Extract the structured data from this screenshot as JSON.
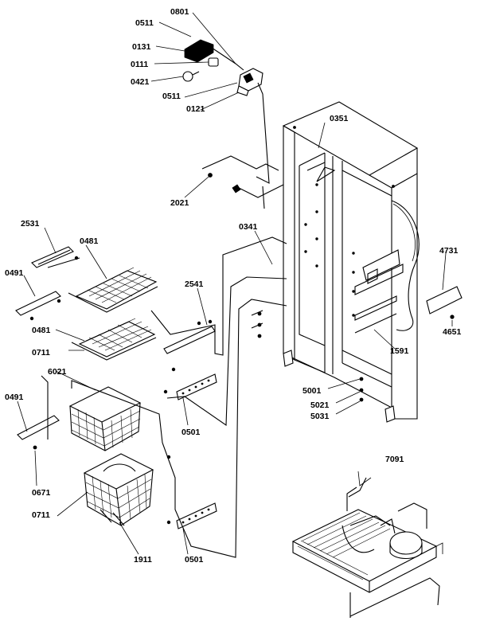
{
  "diagram": {
    "labels": {
      "l0801": "0801",
      "l0511a": "0511",
      "l0131": "0131",
      "l0111": "0111",
      "l0421": "0421",
      "l0511b": "0511",
      "l0121": "0121",
      "l0351": "0351",
      "l2021": "2021",
      "l2531": "2531",
      "l0481a": "0481",
      "l0491a": "0491",
      "l0341": "0341",
      "l4731": "4731",
      "l2541": "2541",
      "l0481b": "0481",
      "l0711a": "0711",
      "l1591": "1591",
      "l4651": "4651",
      "l6021": "6021",
      "l5001": "5001",
      "l0491b": "0491",
      "l5021": "5021",
      "l5031": "5031",
      "l0501a": "0501",
      "l0671": "0671",
      "l7091": "7091",
      "l0711b": "0711",
      "l1911": "1911",
      "l0501b": "0501"
    }
  }
}
